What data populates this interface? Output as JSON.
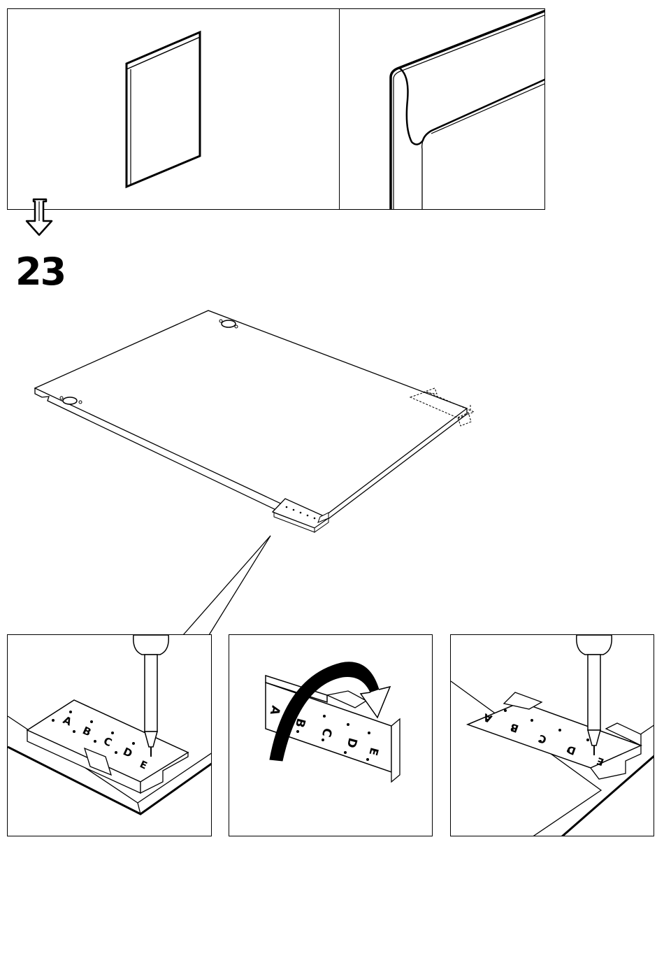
{
  "step": {
    "number": "23"
  },
  "jig": {
    "letters": [
      "A",
      "B",
      "C",
      "D",
      "E"
    ]
  }
}
